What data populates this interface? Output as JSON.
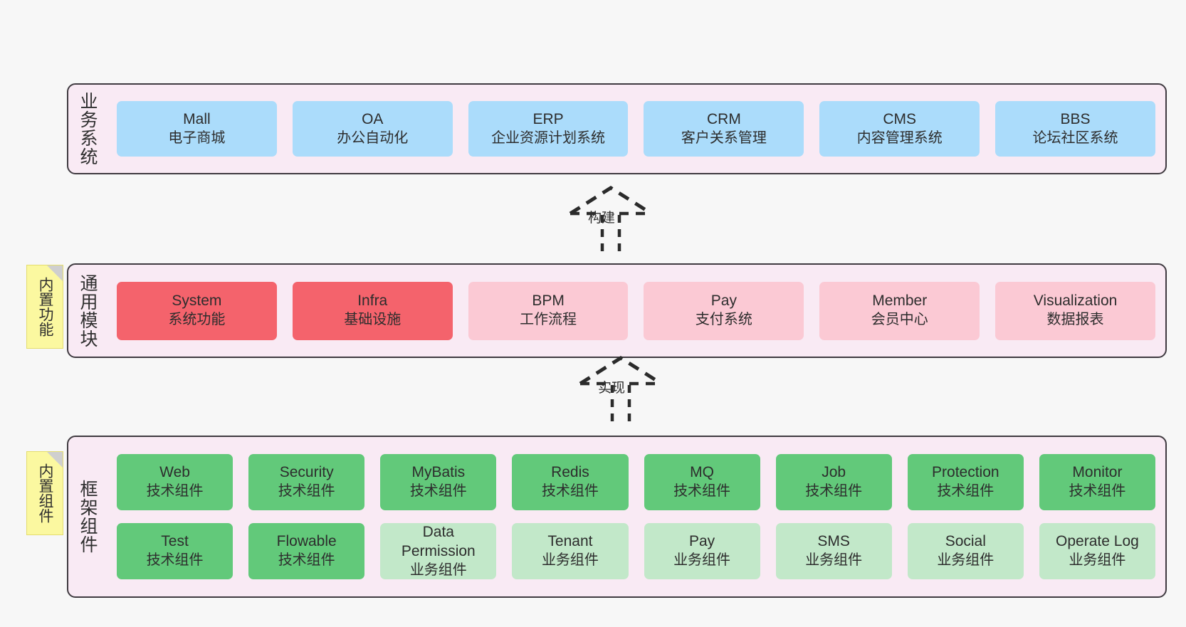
{
  "diagram": {
    "background": "#f7f7f7",
    "layer_fill": "#f9eaf4",
    "layer_border": "#3f3a40",
    "colors": {
      "business": "#abdcfb",
      "module_core": "#f4636c",
      "module_optional": "#fbc9d4",
      "framework_tech": "#62c97a",
      "framework_biz": "#c2e8c9",
      "note": "#fbf8a0"
    }
  },
  "business_layer": {
    "title": "业务系统",
    "nodes": [
      {
        "en": "Mall",
        "cn": "电子商城",
        "color": "blue"
      },
      {
        "en": "OA",
        "cn": "办公自动化",
        "color": "blue"
      },
      {
        "en": "ERP",
        "cn": "企业资源计划系统",
        "color": "blue"
      },
      {
        "en": "CRM",
        "cn": "客户关系管理",
        "color": "blue"
      },
      {
        "en": "CMS",
        "cn": "内容管理系统",
        "color": "blue"
      },
      {
        "en": "BBS",
        "cn": "论坛社区系统",
        "color": "blue"
      }
    ]
  },
  "connector_build": {
    "label": "构建"
  },
  "module_layer": {
    "title": "通用模块",
    "note": "内置功能",
    "nodes": [
      {
        "en": "System",
        "cn": "系统功能",
        "color": "red"
      },
      {
        "en": "Infra",
        "cn": "基础设施",
        "color": "red"
      },
      {
        "en": "BPM",
        "cn": "工作流程",
        "color": "pink"
      },
      {
        "en": "Pay",
        "cn": "支付系统",
        "color": "pink"
      },
      {
        "en": "Member",
        "cn": "会员中心",
        "color": "pink"
      },
      {
        "en": "Visualization",
        "cn": "数据报表",
        "color": "pink"
      }
    ]
  },
  "connector_impl": {
    "label": "实现"
  },
  "framework_layer": {
    "title": "框架组件",
    "note": "内置组件",
    "row1": [
      {
        "en": "Web",
        "cn": "技术组件",
        "color": "green"
      },
      {
        "en": "Security",
        "cn": "技术组件",
        "color": "green"
      },
      {
        "en": "MyBatis",
        "cn": "技术组件",
        "color": "green"
      },
      {
        "en": "Redis",
        "cn": "技术组件",
        "color": "green"
      },
      {
        "en": "MQ",
        "cn": "技术组件",
        "color": "green"
      },
      {
        "en": "Job",
        "cn": "技术组件",
        "color": "green"
      },
      {
        "en": "Protection",
        "cn": "技术组件",
        "color": "green"
      },
      {
        "en": "Monitor",
        "cn": "技术组件",
        "color": "green"
      }
    ],
    "row2": [
      {
        "en": "Test",
        "cn": "技术组件",
        "color": "green"
      },
      {
        "en": "Flowable",
        "cn": "技术组件",
        "color": "green"
      },
      {
        "en": "Data Permission",
        "cn": "业务组件",
        "color": "lightgreen"
      },
      {
        "en": "Tenant",
        "cn": "业务组件",
        "color": "lightgreen"
      },
      {
        "en": "Pay",
        "cn": "业务组件",
        "color": "lightgreen"
      },
      {
        "en": "SMS",
        "cn": "业务组件",
        "color": "lightgreen"
      },
      {
        "en": "Social",
        "cn": "业务组件",
        "color": "lightgreen"
      },
      {
        "en": "Operate Log",
        "cn": "业务组件",
        "color": "lightgreen"
      }
    ]
  }
}
